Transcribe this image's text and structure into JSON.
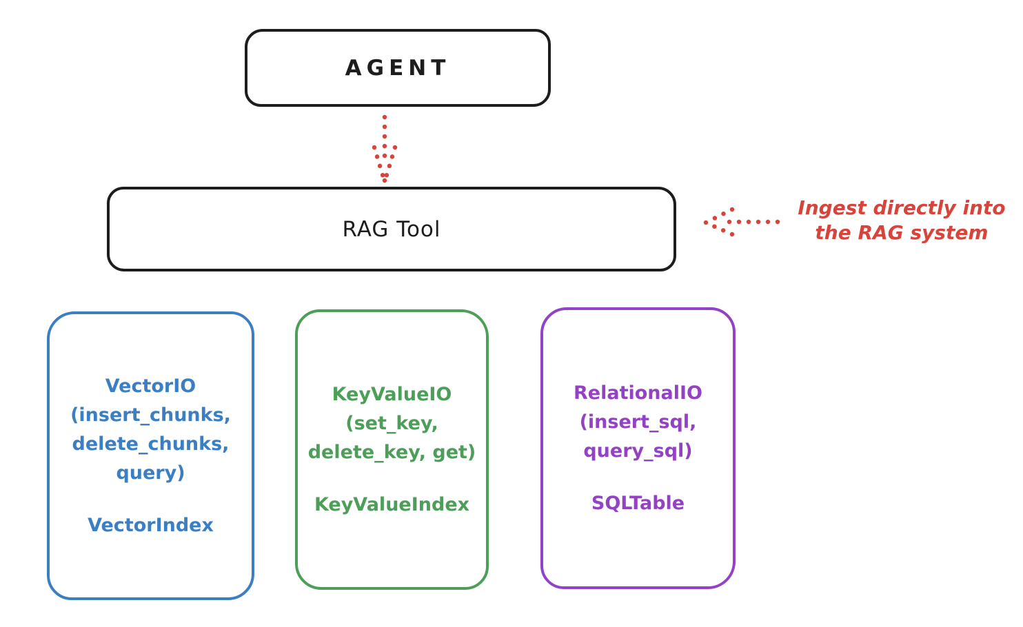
{
  "colors": {
    "black": "#1d1d1d",
    "red": "#d6443c",
    "blue": "#3b7ec2",
    "green": "#4c9e58",
    "purple": "#9442c4",
    "background": "#ffffff"
  },
  "nodes": {
    "agent": {
      "label": "AGENT"
    },
    "rag_tool": {
      "label": "RAG Tool"
    },
    "vector": {
      "lines": [
        "VectorIO",
        "(insert_chunks,",
        "delete_chunks,",
        "query)"
      ],
      "index_label": "VectorIndex"
    },
    "keyvalue": {
      "lines": [
        "KeyValueIO",
        "(set_key,",
        "delete_key, get)"
      ],
      "index_label": "KeyValueIndex"
    },
    "relational": {
      "lines": [
        "RelationalIO",
        "(insert_sql,",
        "query_sql)"
      ],
      "index_label": "SQLTable"
    }
  },
  "arrows": {
    "agent_to_rag": "dotted-down-arrow",
    "ingest_to_rag": "dotted-left-arrow"
  },
  "annotation": {
    "line1": "Ingest directly into",
    "line2": "the RAG system"
  }
}
